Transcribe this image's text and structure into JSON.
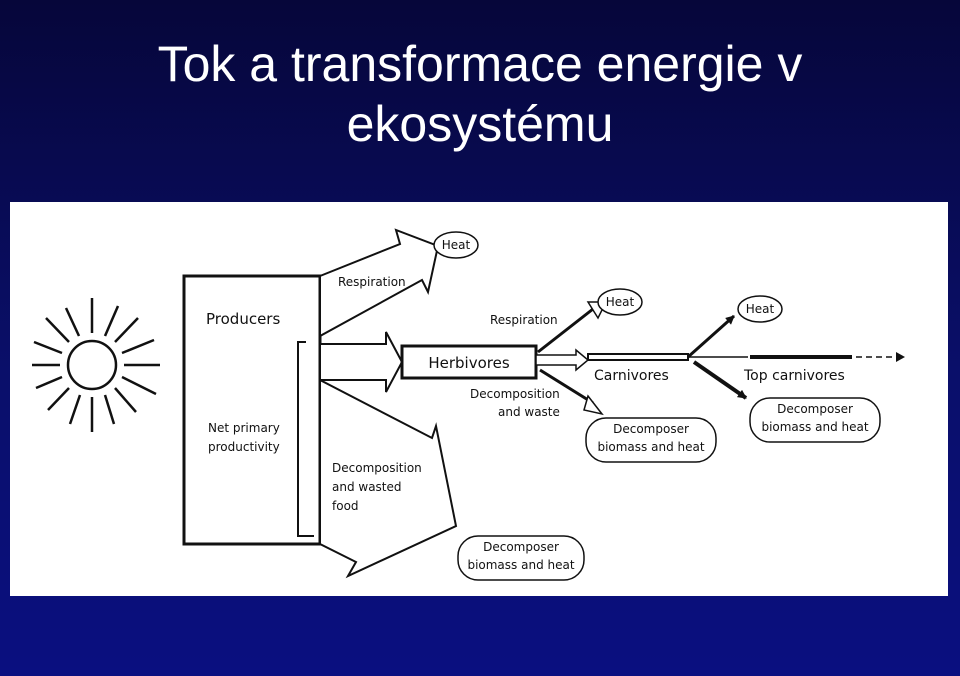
{
  "slide": {
    "title_line1": "Tok a transformace energie v",
    "title_line2": "ekosystému"
  },
  "diagram": {
    "producers": "Producers",
    "net_primary_1": "Net primary",
    "net_primary_2": "productivity",
    "respiration_producers": "Respiration",
    "heat_producers": "Heat",
    "decomp_food_1": "Decomposition",
    "decomp_food_2": "and wasted",
    "decomp_food_3": "food",
    "decomposer_prod_1": "Decomposer",
    "decomposer_prod_2": "biomass and heat",
    "herbivores": "Herbivores",
    "respiration_herbivores": "Respiration",
    "heat_herbivores": "Heat",
    "decomp_waste_1": "Decomposition",
    "decomp_waste_2": "and waste",
    "decomposer_herb_1": "Decomposer",
    "decomposer_herb_2": "biomass and heat",
    "carnivores": "Carnivores",
    "heat_carnivores": "Heat",
    "top_carnivores": "Top carnivores",
    "decomposer_carn_1": "Decomposer",
    "decomposer_carn_2": "biomass and heat"
  }
}
